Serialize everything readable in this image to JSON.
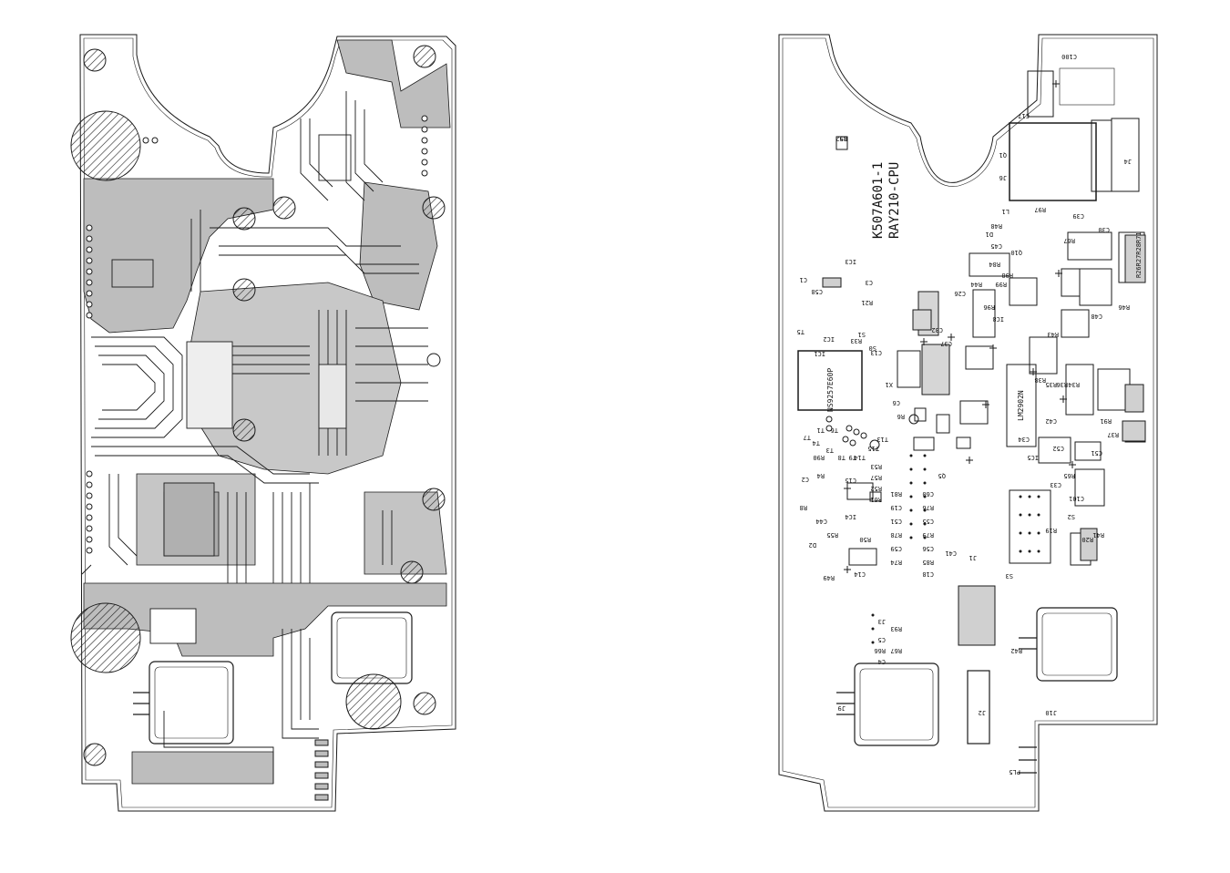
{
  "board": {
    "id_line1": "K507A601-1",
    "id_line2": "RAY210-CPU"
  },
  "colors": {
    "ink": "#1a1a1a",
    "copper_fill": "#bdbdbd",
    "background": "#ffffff"
  },
  "silkscreen_labels": [
    "J5",
    "C1",
    "C58",
    "C3",
    "R21",
    "IC3",
    "R33",
    "IC2",
    "IC1",
    "T5",
    "S1",
    "S0",
    "C13",
    "X1",
    "C6",
    "R6",
    "T1",
    "T7",
    "T4",
    "T6",
    "T3",
    "T8",
    "T9",
    "T14",
    "T15",
    "T13",
    "R90",
    "R4",
    "C2",
    "C15",
    "R53",
    "R57",
    "R52",
    "R61",
    "R81",
    "C19",
    "C51",
    "R78",
    "C59",
    "R74",
    "C60",
    "R76",
    "C55",
    "R79",
    "C56",
    "R85",
    "C18",
    "IC4",
    "R50",
    "C44",
    "R55",
    "D2",
    "R49",
    "C14",
    "R8",
    "C17",
    "C100",
    "Q1",
    "J6",
    "L1",
    "J4",
    "D1",
    "C45",
    "R48",
    "Q10",
    "R98",
    "R97",
    "C39",
    "R67",
    "C30",
    "R84",
    "C26",
    "R44",
    "R99",
    "R96",
    "C32",
    "C37",
    "IC8",
    "R43",
    "C48",
    "R46",
    "R38",
    "R35",
    "R36",
    "R34",
    "R91",
    "R37",
    "C42",
    "C52",
    "C51",
    "R65",
    "C33",
    "C34",
    "IC5",
    "C101",
    "Q5",
    "C41",
    "J1",
    "S3",
    "S2",
    "R19",
    "R20",
    "R41",
    "R42",
    "J9",
    "J2",
    "J10",
    "PL5",
    "J3",
    "R93",
    "C5",
    "R66",
    "R67",
    "C4",
    "R92"
  ],
  "chip_labels": {
    "ic1": "NS9257E60P",
    "ic7": "LM2902N",
    "strip": "R26R27R28R71"
  }
}
